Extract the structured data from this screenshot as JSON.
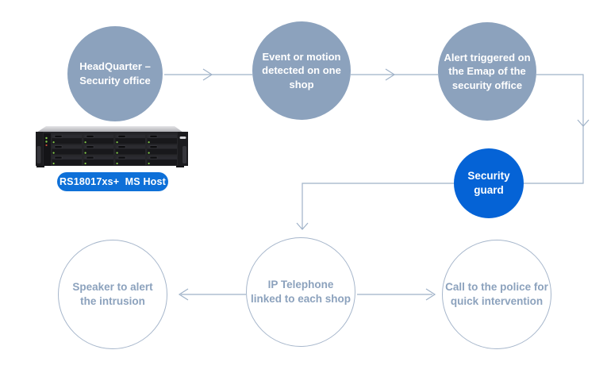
{
  "nodes": {
    "headquarter": {
      "label": "HeadQuarter –\nSecurity office"
    },
    "event": {
      "label": "Event or motion\ndetected on one\nshop"
    },
    "alert": {
      "label": "Alert triggered on\nthe Emap of the\nsecurity office"
    },
    "security_guard": {
      "label": "Security\nguard"
    },
    "speaker": {
      "label": "Speaker to alert\nthe intrusion"
    },
    "ip_telephone": {
      "label": "IP Telephone\nlinked to each shop"
    },
    "police": {
      "label": "Call to the police for\nquick intervention"
    }
  },
  "server": {
    "label": "RS18017xs+  MS Host"
  },
  "colors": {
    "node_fill": "#8CA2BD",
    "node_text": "#FFFFFF",
    "outline_node_border": "#A6B6CB",
    "outline_node_text": "#8CA2BD",
    "accent_blue": "#0563D6",
    "pill_blue": "#0E70D8",
    "connector": "#9FB2C8",
    "drive_led_green": "#86CF4A"
  }
}
